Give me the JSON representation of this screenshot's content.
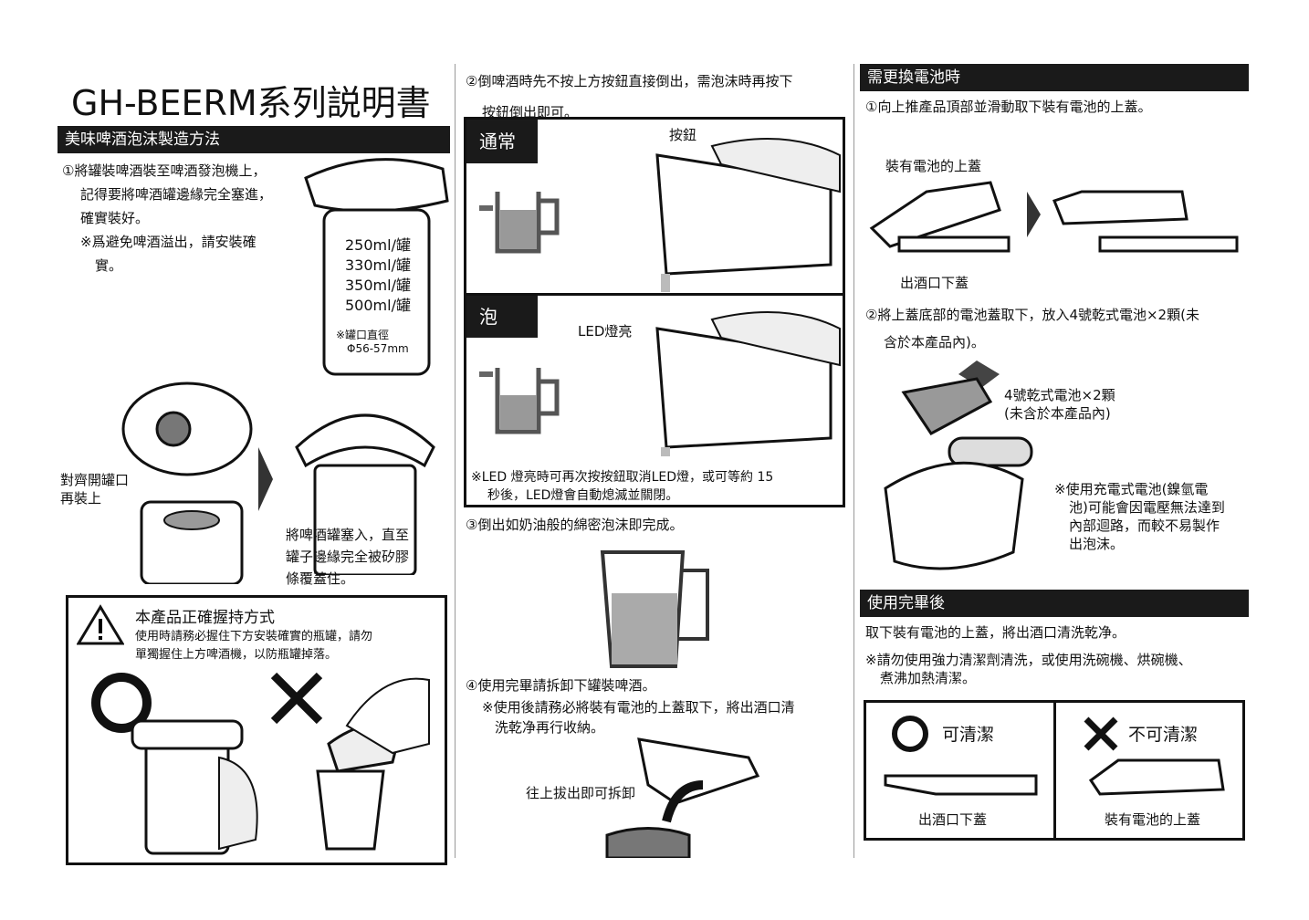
{
  "title": "GH-BEERM系列説明書",
  "left": {
    "section_title": "美味啤酒泡沫製造方法",
    "step1": [
      "①將罐裝啤酒裝至啤酒發泡機上，",
      "記得要將啤酒罐邊緣完全塞進，",
      "確實裝好。",
      "※爲避免啤酒溢出，請安裝確",
      "實。"
    ],
    "can_sizes": [
      "250ml/罐",
      "330ml/罐",
      "350ml/罐",
      "500ml/罐"
    ],
    "can_note": [
      "※罐口直徑",
      "Φ56-57mm"
    ],
    "align_label": [
      "對齊開罐口",
      "再裝上"
    ],
    "insert_label": [
      "將啤酒罐塞入，直至",
      "罐子邊緣完全被矽膠",
      "條覆蓋住。"
    ],
    "grip_title": "本產品正確握持方式",
    "grip_text": [
      "使用時請務必握住下方安裝確實的瓶罐，請勿",
      "單獨握住上方啤酒機，以防瓶罐掉落。"
    ]
  },
  "middle": {
    "step2": [
      "②倒啤酒時先不按上方按鈕直接倒出，需泡沫時再按下",
      "按鈕倒出即可。"
    ],
    "normal_tag": "通常",
    "button_label": "按鈕",
    "foam_tag": "泡",
    "led_label": "LED燈亮",
    "led_note": [
      "※LED 燈亮時可再次按按鈕取消LED燈，或可等約 15",
      "秒後，LED燈會自動熄滅並關閉。"
    ],
    "step3": "③倒出如奶油般的綿密泡沫即完成。",
    "step4": "④使用完畢請拆卸下罐裝啤酒。",
    "step4_note": [
      "※使用後請務必將裝有電池的上蓋取下，將出酒口清",
      "洗乾净再行收納。"
    ],
    "pull_label": "往上拔出即可拆卸"
  },
  "right": {
    "battery_title": "需更換電池時",
    "b_step1": "①向上推產品頂部並滑動取下裝有電池的上蓋。",
    "top_cover_label": "裝有電池的上蓋",
    "spout_label": "出酒口下蓋",
    "b_step2": [
      "②將上蓋底部的電池蓋取下，放入4號乾式電池×2顆(未",
      "含於本產品內)。"
    ],
    "battery_label": [
      "4號乾式電池×2顆",
      "(未含於本產品內)"
    ],
    "battery_note": [
      "※使用充電式電池(鎳氫電",
      "池)可能會因電壓無法達到",
      "內部迴路，而較不易製作",
      "出泡沫。"
    ],
    "after_title": "使用完畢後",
    "after_text": "取下裝有電池的上蓋，將出酒口清洗乾净。",
    "after_note": [
      "※請勿使用強力清潔劑清洗，或使用洗碗機、烘碗機、",
      "煮沸加熱清潔。"
    ],
    "washable": "可清潔",
    "not_washable": "不可清潔",
    "washable_part": "出酒口下蓋",
    "not_washable_part": "裝有電池的上蓋"
  }
}
